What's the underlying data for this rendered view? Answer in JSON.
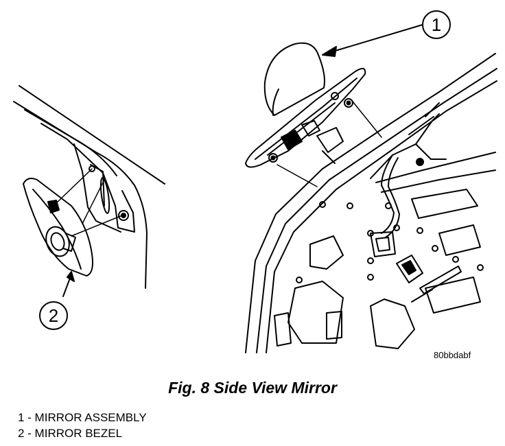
{
  "figure": {
    "code": "80bbdabf",
    "callouts": [
      {
        "number": "1",
        "target": "mirror-assembly"
      },
      {
        "number": "2",
        "target": "mirror-bezel"
      }
    ]
  },
  "caption": "Fig. 8 Side View Mirror",
  "legend": [
    {
      "text": "1 - MIRROR ASSEMBLY"
    },
    {
      "text": "2 - MIRROR BEZEL"
    }
  ]
}
